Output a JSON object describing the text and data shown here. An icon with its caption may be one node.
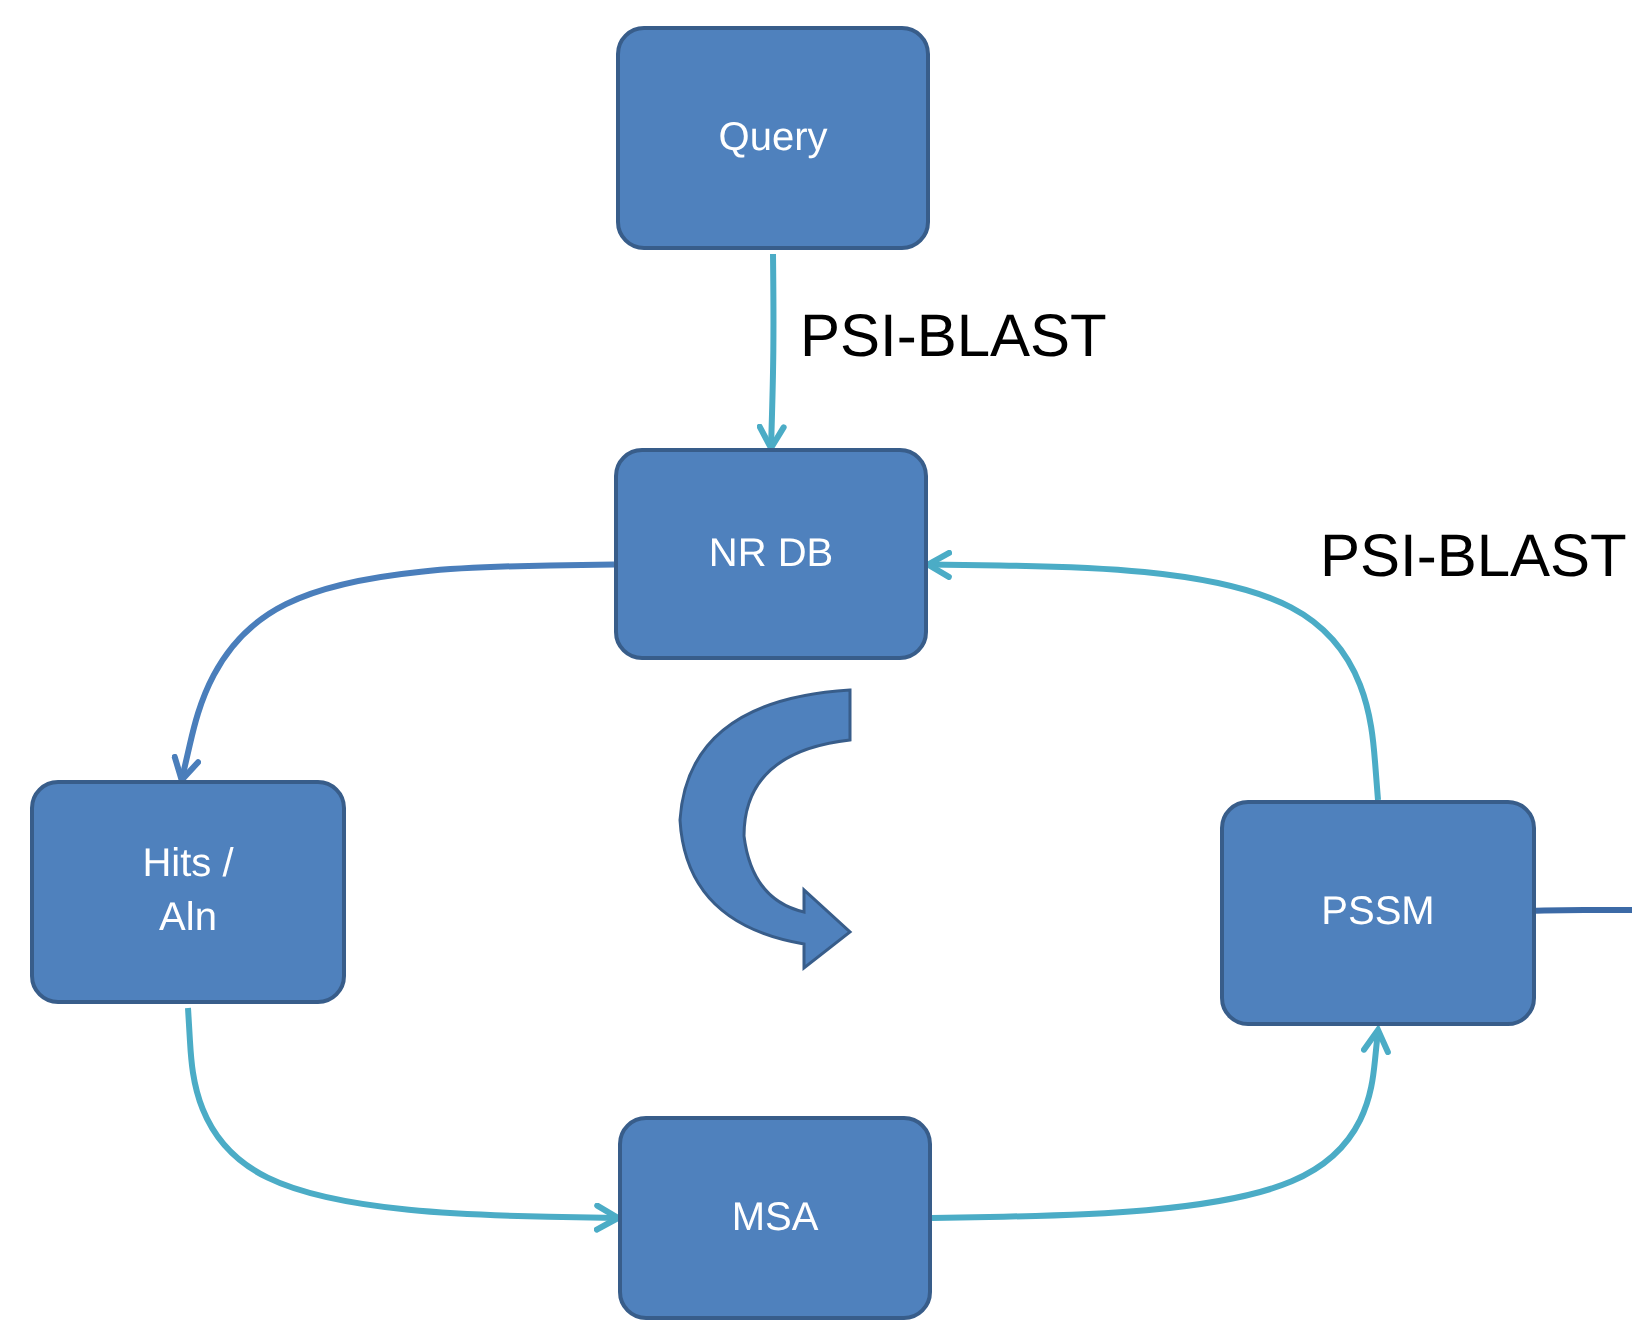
{
  "diagram": {
    "nodes": [
      {
        "text": [
          "Query"
        ]
      },
      {
        "text": [
          "NR DB"
        ]
      },
      {
        "text": [
          "Hits / Aln"
        ]
      },
      {
        "text": [
          "PSSM"
        ]
      },
      {
        "text": [
          "MSA"
        ]
      }
    ],
    "edges": [
      {
        "from": 0,
        "to": 1,
        "arrow": "to",
        "label": "PSI-BLAST"
      },
      {
        "from": 1,
        "to": 2,
        "arrow": "to",
        "color": "#4a7ebb"
      },
      {
        "from": 2,
        "to": 4,
        "arrow": "to"
      },
      {
        "from": 4,
        "to": 3,
        "arrow": "to"
      },
      {
        "from": 3,
        "to": 1,
        "arrow": "to",
        "label": "PSI-BLAST"
      },
      {
        "from": 3,
        "to": null,
        "arrow": "none",
        "color": "#3c6aa6"
      }
    ]
  }
}
